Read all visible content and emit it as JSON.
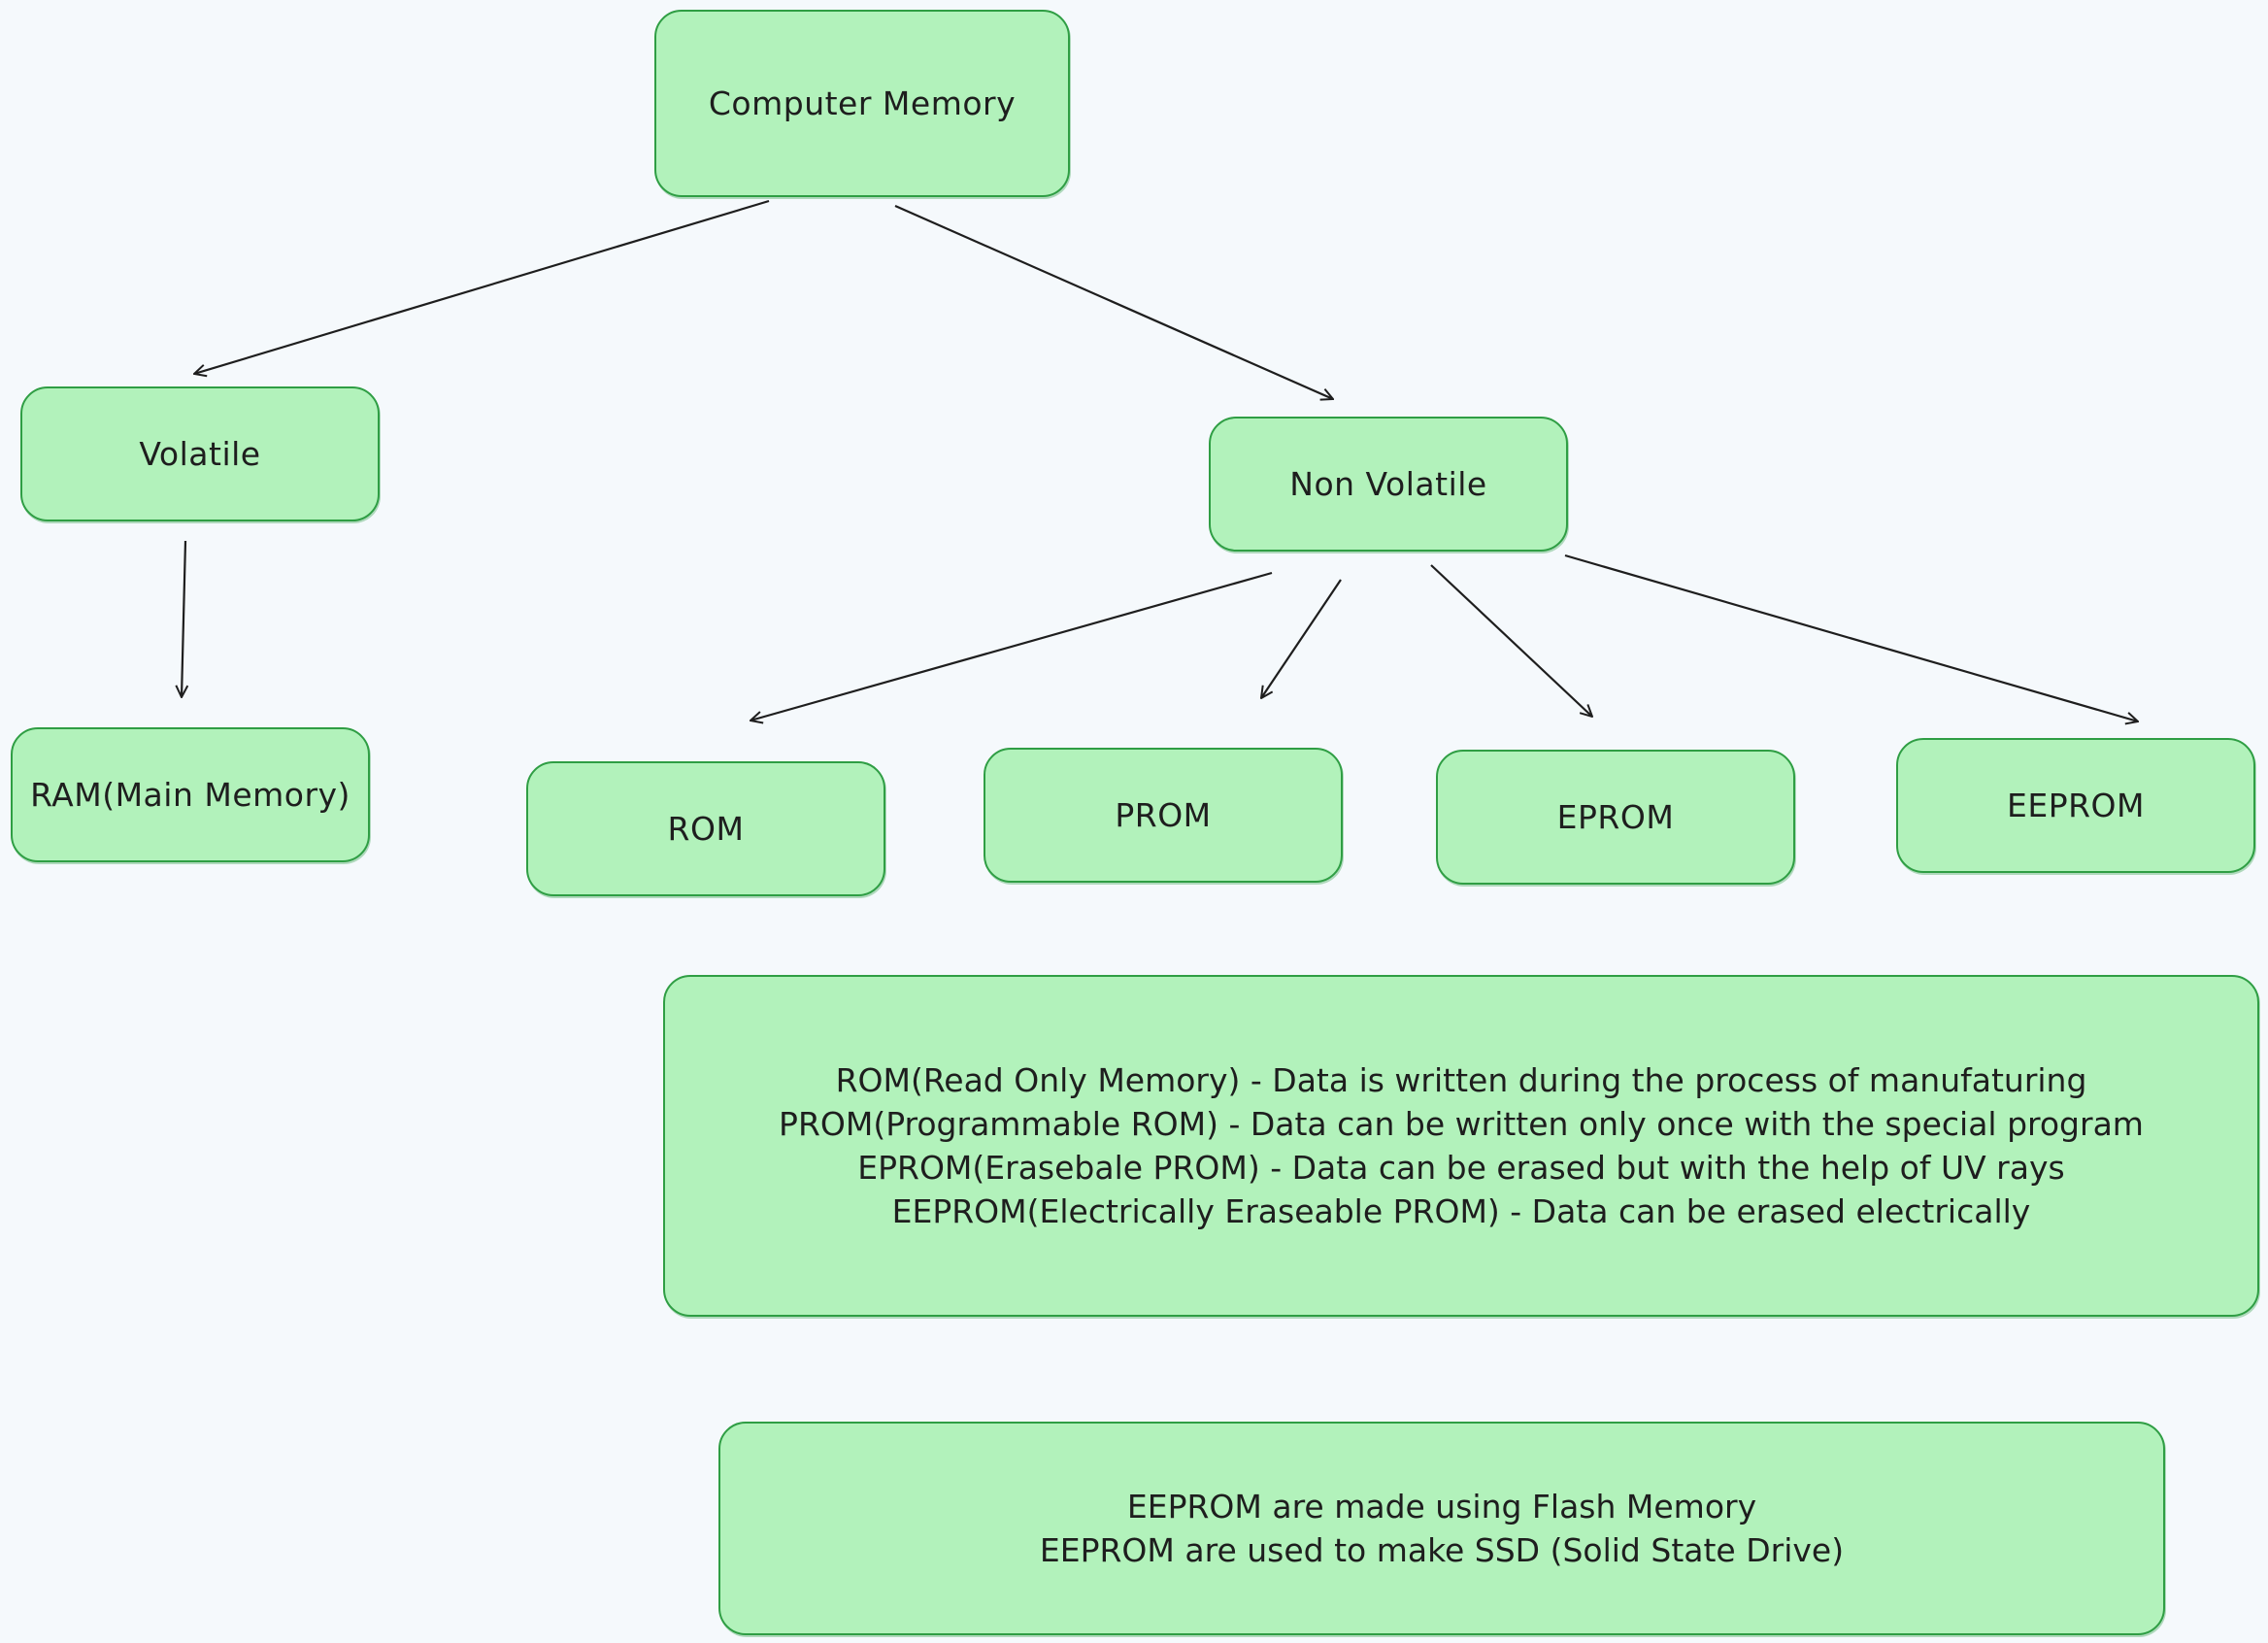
{
  "nodes": {
    "root": "Computer Memory",
    "volatile": "Volatile",
    "non_volatile": "Non Volatile",
    "ram": "RAM(Main Memory)",
    "rom": "ROM",
    "prom": "PROM",
    "eprom": "EPROM",
    "eeprom": "EEPROM"
  },
  "notes": {
    "types": [
      "ROM(Read Only Memory) - Data is written during the process of manufaturing",
      "PROM(Programmable ROM) - Data can be written only once with the special program",
      "EPROM(Erasebale PROM) - Data can be erased but with the help of UV rays",
      "EEPROM(Electrically Eraseable PROM) - Data can be erased electrically"
    ],
    "eeprom": [
      "EEPROM are made using Flash Memory",
      "EEPROM are used to make SSD (Solid State Drive)"
    ]
  },
  "colors": {
    "background": "#f5f9fc",
    "node_fill": "#b2f2bb",
    "node_stroke": "#2f9e44",
    "arrow": "#1e1e1e"
  },
  "edges": [
    {
      "from": "root",
      "to": "volatile"
    },
    {
      "from": "root",
      "to": "non_volatile"
    },
    {
      "from": "volatile",
      "to": "ram"
    },
    {
      "from": "non_volatile",
      "to": "rom"
    },
    {
      "from": "non_volatile",
      "to": "prom"
    },
    {
      "from": "non_volatile",
      "to": "eprom"
    },
    {
      "from": "non_volatile",
      "to": "eeprom"
    }
  ]
}
